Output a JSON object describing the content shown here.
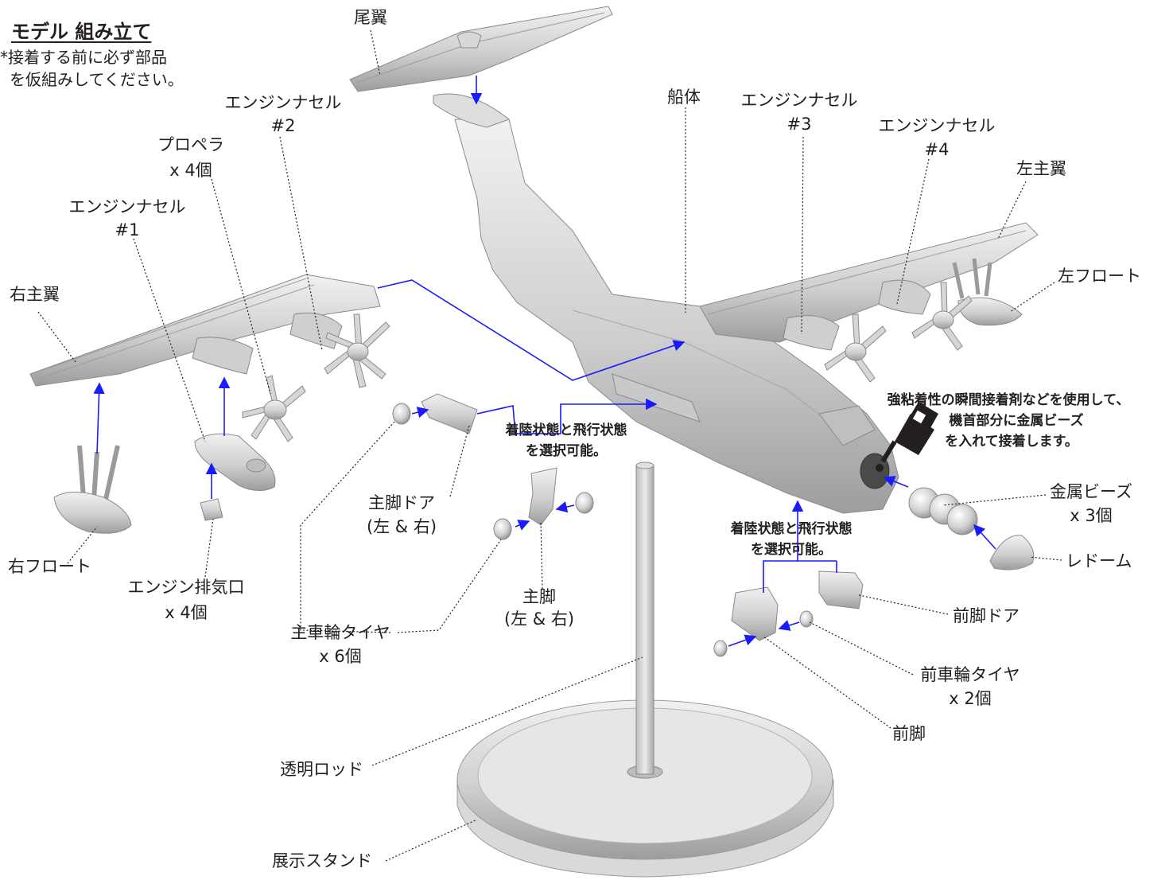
{
  "title": "モデル 組み立て",
  "note": {
    "line1": "*接着する前に必ず部品",
    "line2": "を仮組みしてください。"
  },
  "labels": {
    "tail": "尾翼",
    "hull": "船体",
    "nacelle": "エンジンナセル",
    "nacelle1_num": "#1",
    "nacelle2_num": "#2",
    "nacelle3_num": "#3",
    "nacelle4_num": "#4",
    "propeller": "プロペラ",
    "propeller_qty": "x 4個",
    "right_wing": "右主翼",
    "left_wing": "左主翼",
    "left_float": "左フロート",
    "right_float": "右フロート",
    "exhaust": "エンジン排気口",
    "exhaust_qty": "x 4個",
    "main_gear_door": "主脚ドア",
    "lr": "(左 & 右)",
    "main_gear": "主脚",
    "main_tire": "主車輪タイヤ",
    "main_tire_qty": "x 6個",
    "metal_beads": "金属ビーズ",
    "metal_beads_qty": "x 3個",
    "radome": "レドーム",
    "nose_gear_door": "前脚ドア",
    "nose_tire": "前車輪タイヤ",
    "nose_tire_qty": "x 2個",
    "nose_gear": "前脚",
    "rod": "透明ロッド",
    "stand": "展示スタンド"
  },
  "callouts": {
    "gear_main_1": "着陸状態と飛行状態",
    "gear_main_2": "を選択可能。",
    "gear_nose_1": "着陸状態と飛行状態",
    "gear_nose_2": "を選択可能。",
    "glue_1": "強粘着性の瞬間接着剤などを使用して、",
    "glue_2": "機首部分に金属ビーズ",
    "glue_3": "を入れて接着します。"
  },
  "icons": [
    "glue-bottle-icon"
  ],
  "colors": {
    "arrow": "#1a1aff",
    "leader": "#231f20",
    "part_fill": "#d4d4d4",
    "part_stroke": "#8a8a8a",
    "text": "#231f20"
  }
}
